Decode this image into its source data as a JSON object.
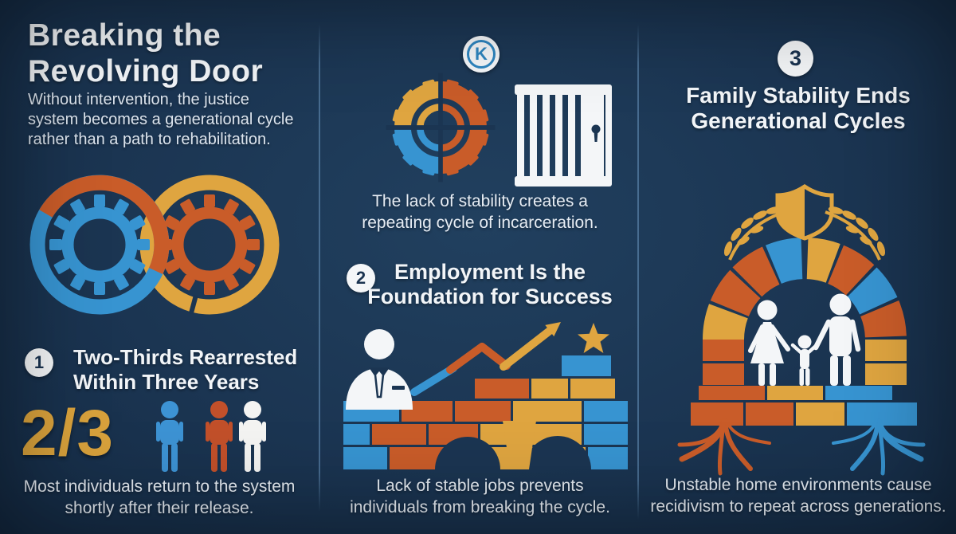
{
  "colors": {
    "background": "#1b3552",
    "blue": "#3794d1",
    "orange": "#c95c29",
    "gold": "#dfa540",
    "white": "#f2f4f6",
    "divider": "#5d86ad",
    "badge_text": "#1a3350",
    "fraction_gold": "#d9a23c"
  },
  "left": {
    "title_line1": "Breaking the",
    "title_line2": "Revolving Door",
    "subtitle_line1": "Without intervention, the justice",
    "subtitle_line2": "system becomes a generational cycle",
    "subtitle_line3": "rather than a path to rehabilitation.",
    "badge": "1",
    "heading_line1": "Two-Thirds Rearrested",
    "heading_line2": "Within Three Years",
    "fraction": "2/3",
    "caption_line1": "Most individuals return to the system",
    "caption_line2": "shortly after their release."
  },
  "middle": {
    "logo_letter": "K",
    "caption1_line1": "The lack of stability creates a",
    "caption1_line2": "repeating cycle of incarceration.",
    "badge": "2",
    "heading_line1": "Employment Is the",
    "heading_line2": "Foundation for Success",
    "caption2_line1": "Lack of stable jobs prevents",
    "caption2_line2": "individuals from breaking the cycle."
  },
  "right": {
    "badge": "3",
    "heading_line1": "Family Stability Ends",
    "heading_line2": "Generational Cycles",
    "caption_line1": "Unstable home environments cause",
    "caption_line2": "recidivism to repeat across generations."
  },
  "icons": {
    "left_graphic": "infinity-gears-icon",
    "persons": [
      "person-icon-blue",
      "person-icon-orange",
      "person-icon-white"
    ],
    "middle_graphics": [
      "gear-quadrant-icon",
      "jail-bars-icon",
      "businessman-icon",
      "growth-arrow-icon",
      "star-icon",
      "brick-wall-arches-icon"
    ],
    "right_graphics": [
      "shield-icon",
      "laurel-icon",
      "brick-arch-icon",
      "family-icon",
      "roots-icon"
    ],
    "logo": "k-logo"
  }
}
